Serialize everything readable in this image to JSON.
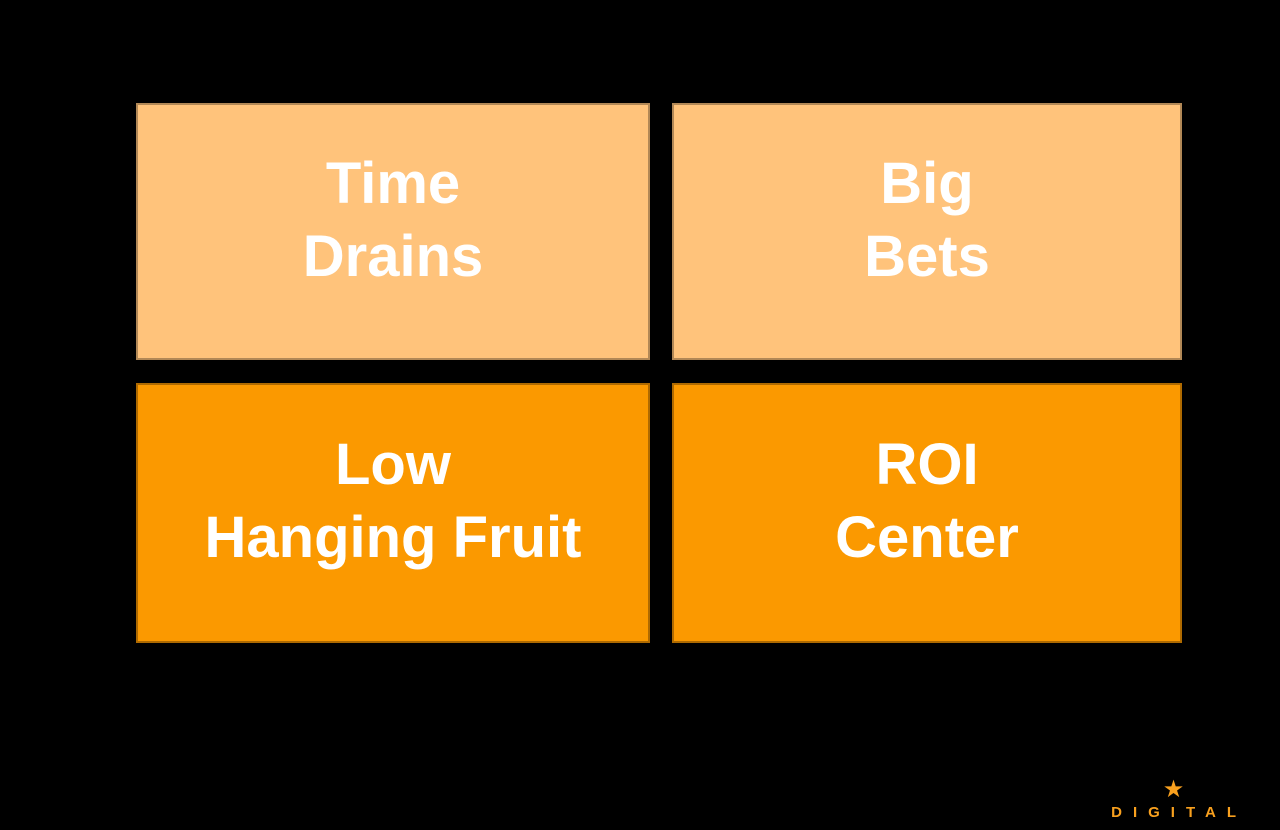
{
  "canvas": {
    "background": "#000000"
  },
  "quadrants": {
    "top_left": {
      "line1": "Time",
      "line2": "Drains",
      "fill": "#FFC37B",
      "text_color": "#FFFFFF"
    },
    "top_right": {
      "line1": "Big",
      "line2": "Bets",
      "fill": "#FFC37B",
      "text_color": "#FFFFFF"
    },
    "bottom_left": {
      "line1": "Low",
      "line2": "Hanging Fruit",
      "fill": "#FB9900",
      "text_color": "#FFFFFF"
    },
    "bottom_right": {
      "line1": "ROI",
      "line2": "Center",
      "fill": "#FB9900",
      "text_color": "#FFFFFF"
    }
  },
  "logo": {
    "star_glyph": "★",
    "text": "DIGITAL",
    "color": "#F8A01E"
  }
}
